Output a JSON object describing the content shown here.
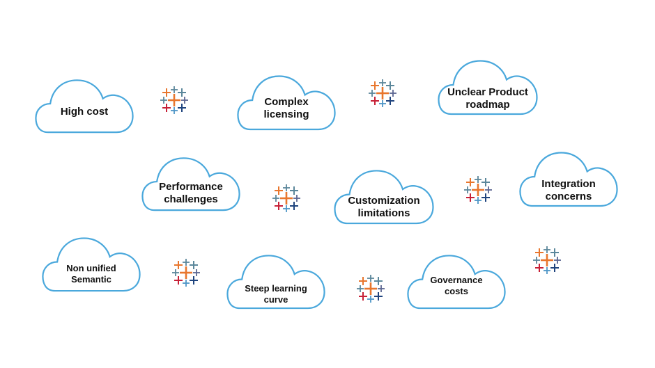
{
  "clouds": [
    {
      "name": "cloud-high-cost",
      "lines": [
        "High cost"
      ]
    },
    {
      "name": "cloud-complex-licensing",
      "lines": [
        "Complex",
        "licensing"
      ]
    },
    {
      "name": "cloud-unclear-product-roadmap",
      "lines": [
        "Unclear Product",
        "roadmap"
      ]
    },
    {
      "name": "cloud-performance-challenges",
      "lines": [
        "Performance",
        "challenges"
      ]
    },
    {
      "name": "cloud-customization-limitations",
      "lines": [
        "Customization",
        "limitations"
      ]
    },
    {
      "name": "cloud-integration-concerns",
      "lines": [
        "Integration",
        "concerns"
      ]
    },
    {
      "name": "cloud-non-unified-semantic",
      "lines": [
        "Non unified",
        "Semantic"
      ]
    },
    {
      "name": "cloud-steep-learning-curve",
      "lines": [
        "Steep learning",
        "curve"
      ]
    },
    {
      "name": "cloud-governance-costs",
      "lines": [
        "Governance",
        "costs"
      ]
    }
  ],
  "icon": "tableau-logo-icon",
  "colors": {
    "cloud_outline": "#4aa8dc",
    "text": "#111111",
    "logo_orange": "#e8762d",
    "logo_blue": "#1f447e",
    "logo_red": "#c72037",
    "logo_teal": "#5b879b",
    "logo_purple": "#5c6692",
    "logo_lightblue": "#4e96c7"
  }
}
